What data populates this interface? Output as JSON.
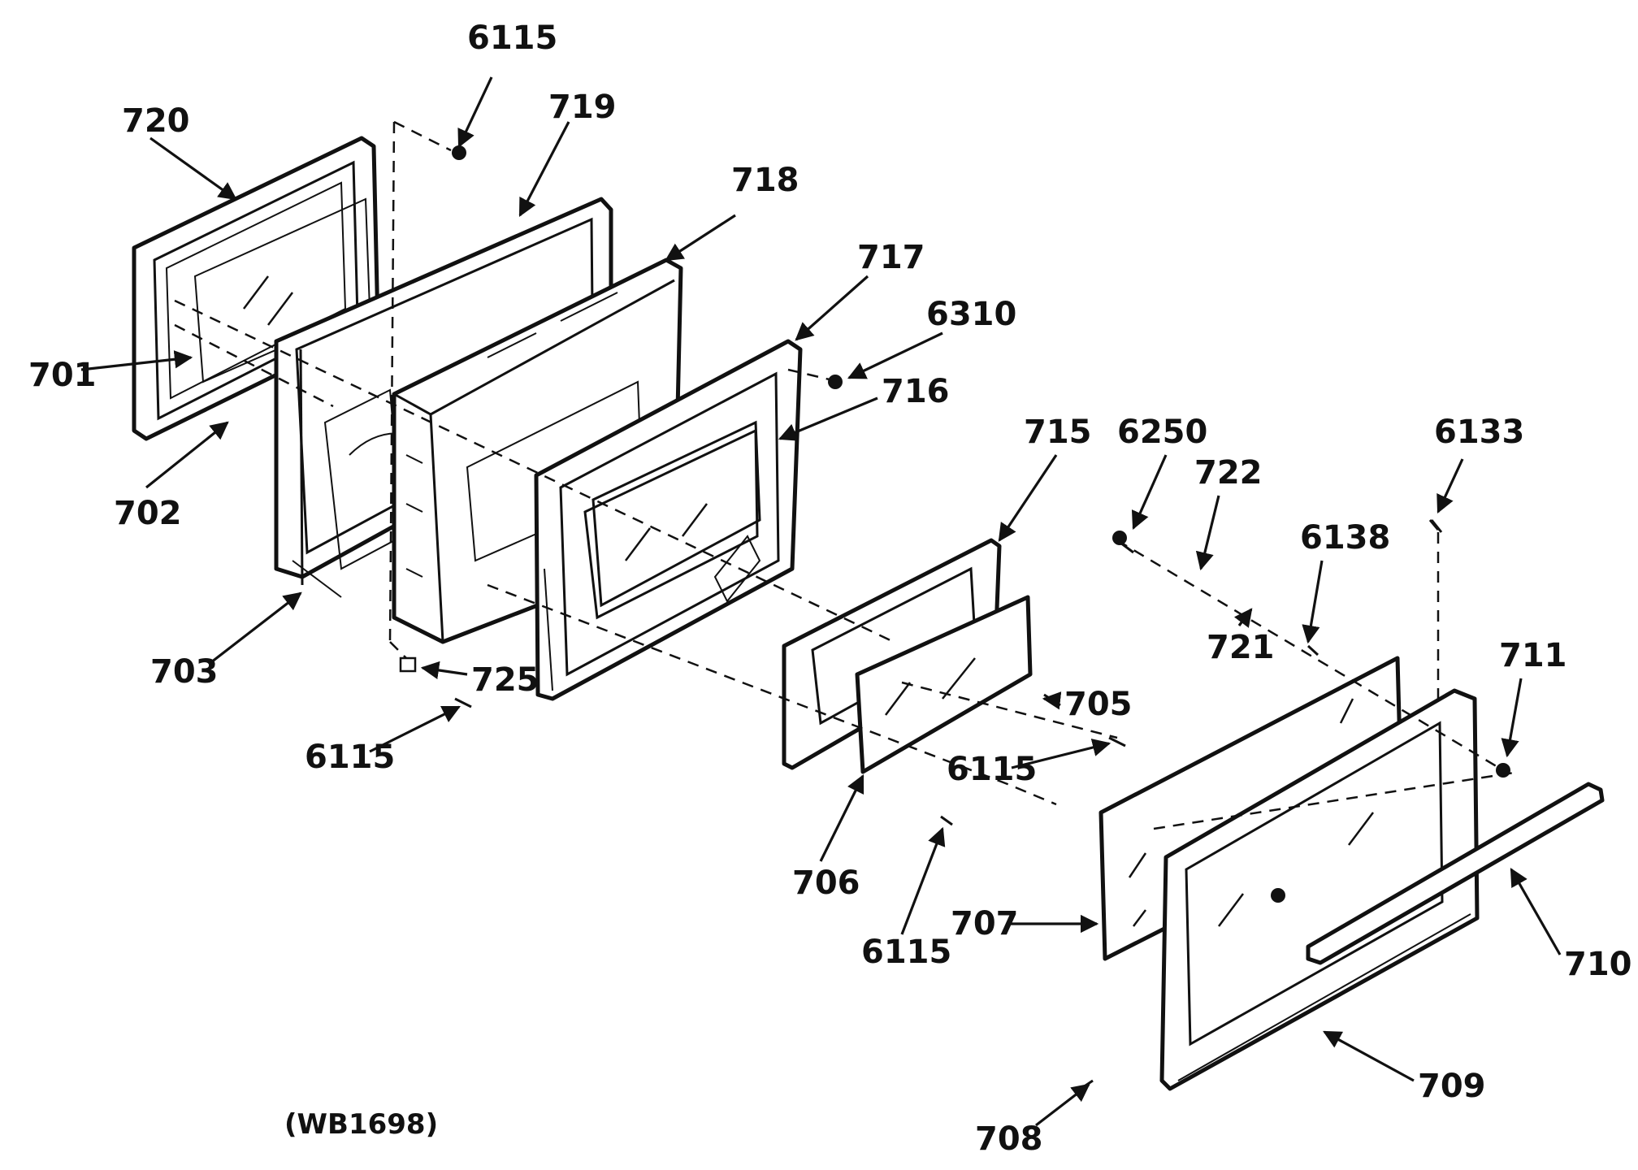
{
  "diagram": {
    "reference": "(WB1698)",
    "callouts": {
      "c720": "720",
      "c719": "719",
      "c6115_top": "6115",
      "c718": "718",
      "c717": "717",
      "c6310": "6310",
      "c716": "716",
      "c701": "701",
      "c702": "702",
      "c703": "703",
      "c725": "725",
      "c6115_left": "6115",
      "c715": "715",
      "c6250": "6250",
      "c722": "722",
      "c6138": "6138",
      "c6133": "6133",
      "c721": "721",
      "c711": "711",
      "c705": "705",
      "c6115_mid": "6115",
      "c706": "706",
      "c6115_bottom": "6115",
      "c707": "707",
      "c710": "710",
      "c709": "709",
      "c708": "708"
    }
  }
}
